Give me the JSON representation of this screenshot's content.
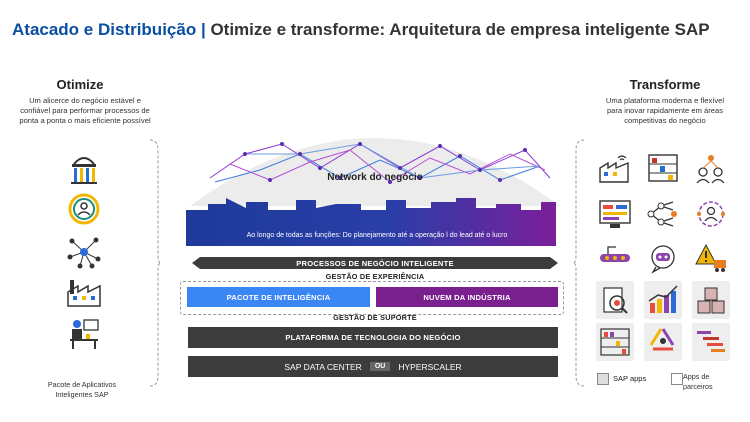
{
  "title": {
    "part1": "Atacado e Distribuição",
    "separator": "|",
    "part2": "Otimize e transforme: Arquitetura de empresa inteligente SAP"
  },
  "left": {
    "heading": "Otimize",
    "description_lines": [
      "Um alicerce do negócio estável e",
      "confiável para performar processos de",
      "ponta a ponta o mais eficiente possível"
    ],
    "footer_lines": [
      "Pacote de Aplicativos",
      "Inteligentes SAP"
    ],
    "icons": [
      "temple-bars-icon",
      "person-circle-icon",
      "network-nodes-icon",
      "factory-icon",
      "worker-desk-icon"
    ]
  },
  "right": {
    "heading": "Transforme",
    "description_lines": [
      "Uma plataforma moderna e flexível",
      "para inovar rapidamente em áreas",
      "competitivas do negócio"
    ],
    "legend": {
      "sap_apps": "SAP apps",
      "partner_apps_lines": [
        "Apps de",
        "parceiros"
      ]
    },
    "icons": [
      "smart-factory-icon",
      "warehouse-shelves-icon",
      "people-network-icon",
      "dashboard-screen-icon",
      "decision-tree-icon",
      "user-gear-icon",
      "robot-arm-icon",
      "chat-bot-icon",
      "warning-truck-icon",
      "eye-document-icon",
      "growth-chart-icon",
      "cubes-icon",
      "shelf-inventory-icon",
      "recycle-arrows-icon",
      "gantt-bars-icon"
    ]
  },
  "center": {
    "network_label": "Network do negócio",
    "skyline_caption": "Ao longo de todas as funções: Do planejamento até a operação l do lead até o lucro",
    "processes_bar": "PROCESSOS DE NEGÓCIO INTELIGENTE",
    "experience_label": "GESTÃO DE EXPERIÊNCIA",
    "intelligence_bar": "PACOTE DE INTELIGÊNCIA",
    "industry_bar": "NUVEM DA INDÚSTRIA",
    "support_label": "GESTÃO DE SUPORTE",
    "platform_bar": "PLATAFORMA DE TECNOLOGIA DO NEGÓCIO",
    "datacenter": "SAP DATA CENTER",
    "or": "OU",
    "hyperscaler": "HYPERSCALER"
  },
  "colors": {
    "brand_blue": "#0a4fa3",
    "intelligence_blue": "#3a86f5",
    "industry_purple": "#7a1f8e",
    "dark_bar": "#3c3c3c",
    "skyline_blue": "#1e3a9a",
    "skyline_purple": "#7a1f9a"
  }
}
